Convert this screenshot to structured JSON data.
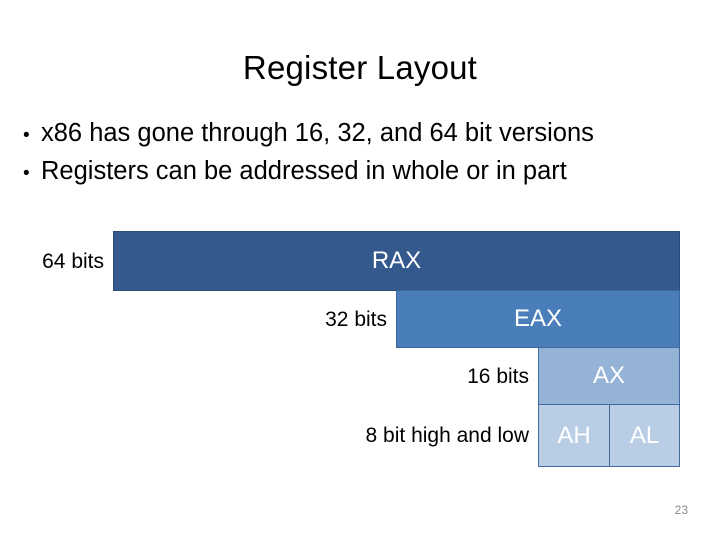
{
  "slide": {
    "title": "Register Layout",
    "page_number": "23",
    "bullet_marker": "•",
    "bullets": [
      {
        "text": "x86 has gone through 16, 32, and 64 bit versions"
      },
      {
        "text": "Registers can be addressed in whole or in part"
      }
    ],
    "diagram": {
      "rows": [
        {
          "size_label": "64 bits",
          "register_name": "RAX",
          "color": "#34598c"
        },
        {
          "size_label": "32 bits",
          "register_name": "EAX",
          "color": "#4a7ebb"
        },
        {
          "size_label": "16 bits",
          "register_name": "AX",
          "color": "#95b3d7"
        },
        {
          "size_label": "8 bit high and low",
          "register_name_high": "AH",
          "register_name_low": "AL",
          "color": "#b9cde5"
        }
      ]
    }
  }
}
